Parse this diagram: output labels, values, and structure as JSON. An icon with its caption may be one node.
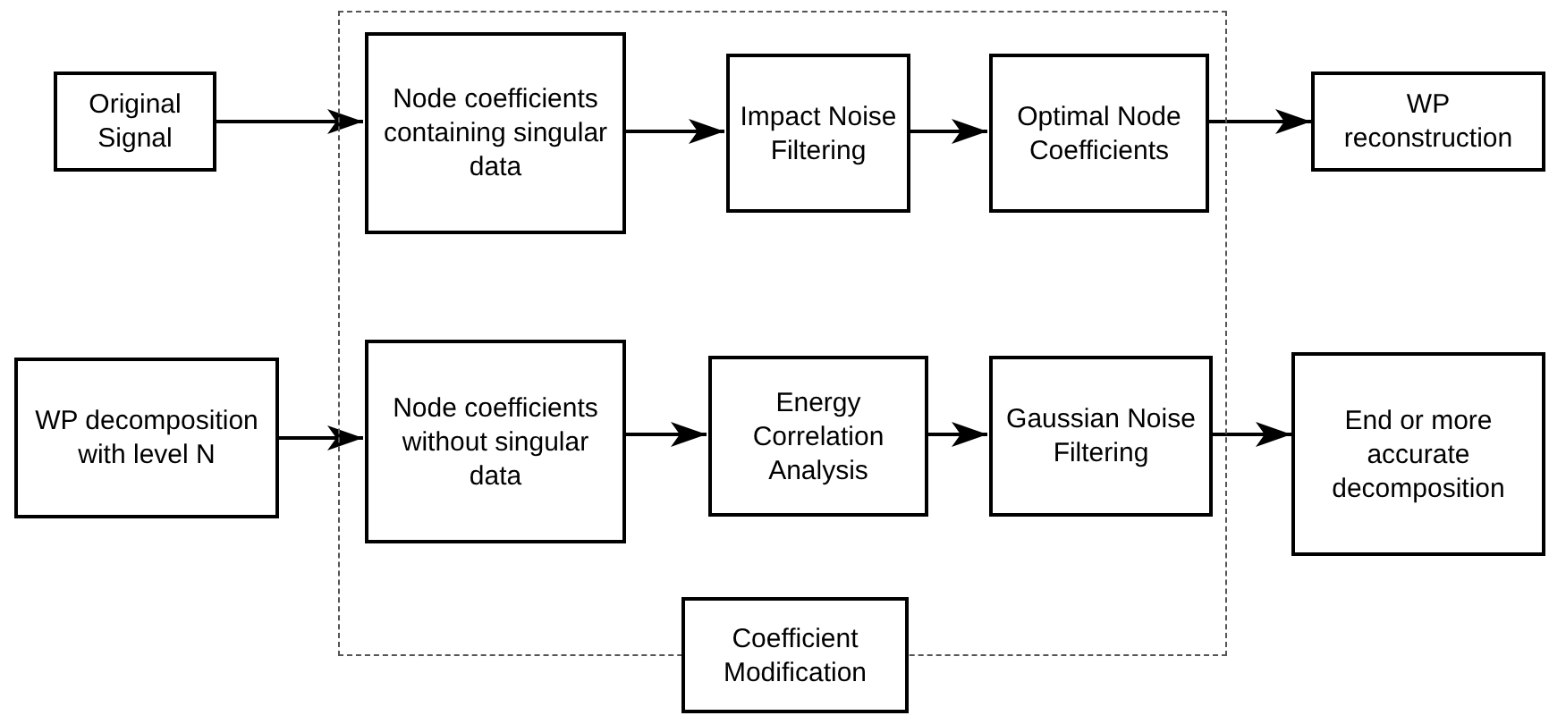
{
  "diagram": {
    "nodes": [
      {
        "text": [
          "Original Signal"
        ]
      },
      {
        "text": [],
        "shape": "box"
      },
      {
        "text": [
          "Node coefficients containing singular data"
        ],
        "in": 1
      },
      {
        "text": [
          "Impact Noise Filtering"
        ],
        "in": 1
      },
      {
        "text": [
          "Optimal Node Coefficients"
        ],
        "in": 1
      },
      {
        "text": [
          "WP reconstruction"
        ]
      },
      {
        "text": [
          "WP decomposition with level N"
        ]
      },
      {
        "text": [
          "Node coefficients without singular data"
        ],
        "in": 1
      },
      {
        "text": [
          "Energy Correlation Analysis"
        ],
        "in": 1
      },
      {
        "text": [
          "Gaussian Noise Filtering"
        ],
        "in": 1
      },
      {
        "text": [
          "End or more accurate decomposition"
        ]
      },
      {
        "text": [
          "Coefficient Modification"
        ]
      }
    ],
    "edges": [
      {
        "from": 0,
        "to": 2,
        "arrow": "to"
      },
      {
        "from": 2,
        "to": 3,
        "arrow": "to"
      },
      {
        "from": 3,
        "to": 4,
        "arrow": "to"
      },
      {
        "from": 4,
        "to": 5,
        "arrow": "to"
      },
      {
        "from": 6,
        "to": 7,
        "arrow": "to"
      },
      {
        "from": 7,
        "to": 8,
        "arrow": "to"
      },
      {
        "from": 8,
        "to": 9,
        "arrow": "to"
      },
      {
        "from": 9,
        "to": 10,
        "arrow": "to"
      }
    ]
  }
}
